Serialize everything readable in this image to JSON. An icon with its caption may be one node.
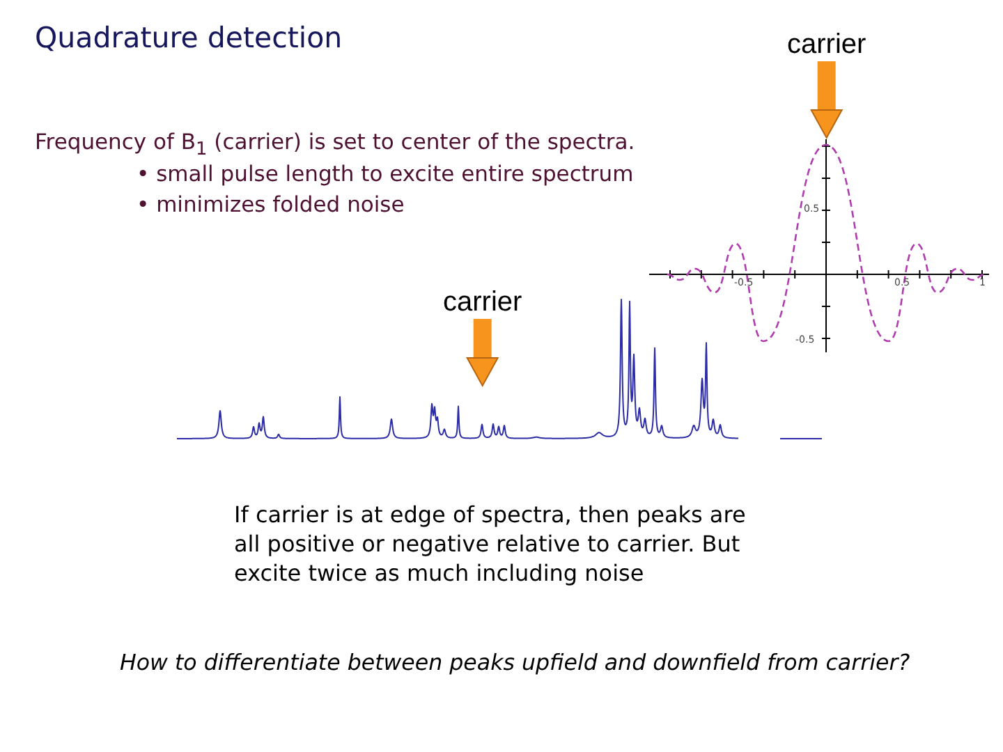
{
  "diagram": {
    "title": "Quadrature detection",
    "caption": "How to differentiate between peaks upfield and downfield from carrier?",
    "nodes": [
      {
        "text": [
          "carrier"
        ]
      },
      {
        "text": [],
        "shape": "picture"
      },
      {
        "text": [
          "carrier"
        ]
      },
      {
        "text": [],
        "shape": "picture"
      }
    ],
    "edges": [
      {
        "from": 0,
        "to": 1,
        "arrow": "to"
      },
      {
        "from": 2,
        "to": 3,
        "arrow": "to"
      }
    ],
    "labels": [
      "Frequency of B$_{1}$ (carrier) is set to center of the spectra.",
      "• small pulse length to excite entire spectrum",
      "• minimizes folded noise",
      "0.5",
      "-0.5",
      "0.5",
      "1",
      "-0.5",
      "If carrier is at edge of spectra, then peaks are all positive or negative relative to carrier. But excite twice as much including noise"
    ]
  }
}
